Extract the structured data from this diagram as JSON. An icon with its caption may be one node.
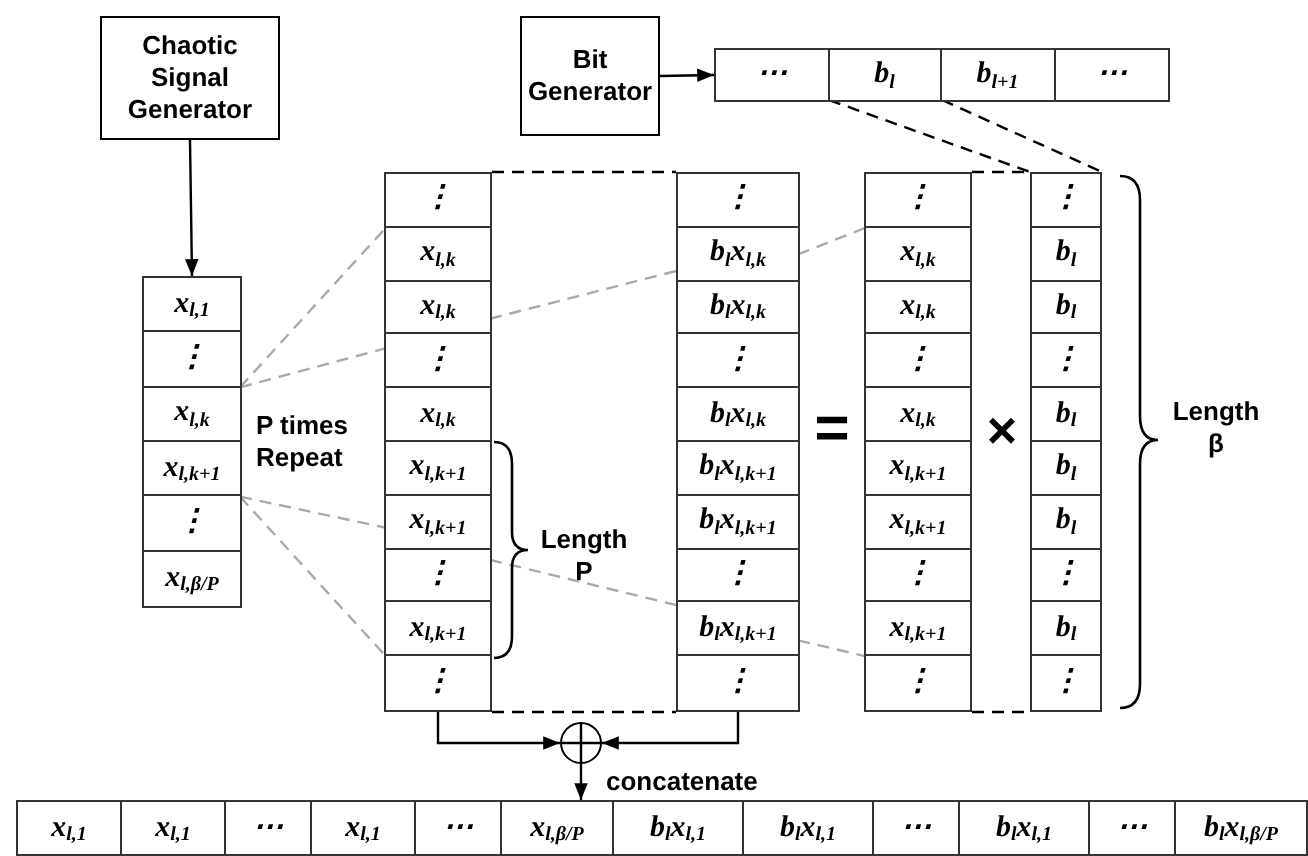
{
  "diagram": {
    "nodes": [
      {
        "text": [
          "Chaotic Signal Generator"
        ]
      },
      {
        "text": [
          "Bit Generator"
        ]
      },
      {
        "text": [],
        "shape": "box"
      },
      {
        "text": [
          "⋯"
        ],
        "in": 2
      },
      {
        "text": [
          "b$_{l}$"
        ],
        "in": 2
      },
      {
        "text": [
          "b$_{l+1}$"
        ],
        "in": 2
      },
      {
        "text": [
          "⋯"
        ],
        "in": 2
      },
      {
        "text": [],
        "shape": "box"
      },
      {
        "text": [
          "x$_{l,1}$"
        ],
        "in": 7
      },
      {
        "text": [
          "⋮"
        ],
        "in": 7
      },
      {
        "text": [
          "x$_{l,k}$"
        ],
        "in": 7
      },
      {
        "text": [
          "x$_{l,k+1}$"
        ],
        "in": 7
      },
      {
        "text": [
          "⋮"
        ],
        "in": 7
      },
      {
        "text": [
          "x$_{l,β/P}$"
        ],
        "in": 7
      },
      {
        "text": [],
        "shape": "box"
      },
      {
        "text": [
          "⋮"
        ],
        "in": 14
      },
      {
        "text": [
          "x$_{l,k}$"
        ],
        "in": 14
      },
      {
        "text": [
          "x$_{l,k}$"
        ],
        "in": 14
      },
      {
        "text": [
          "⋮"
        ],
        "in": 14
      },
      {
        "text": [
          "x$_{l,k}$"
        ],
        "in": 14
      },
      {
        "text": [
          "x$_{l,k+1}$"
        ],
        "in": 14
      },
      {
        "text": [
          "x$_{l,k+1}$"
        ],
        "in": 14
      },
      {
        "text": [
          "⋮"
        ],
        "in": 14
      },
      {
        "text": [
          "x$_{l,k+1}$"
        ],
        "in": 14
      },
      {
        "text": [
          "⋮"
        ],
        "in": 14
      },
      {
        "text": [],
        "shape": "box"
      },
      {
        "text": [
          "⋮"
        ],
        "in": 25
      },
      {
        "text": [
          "b$_{l}$x$_{l,k}$"
        ],
        "in": 25
      },
      {
        "text": [
          "b$_{l}$x$_{l,k}$"
        ],
        "in": 25
      },
      {
        "text": [
          "⋮"
        ],
        "in": 25
      },
      {
        "text": [
          "b$_{l}$x$_{l,k}$"
        ],
        "in": 25
      },
      {
        "text": [
          "b$_{l}$x$_{l,k+1}$"
        ],
        "in": 25
      },
      {
        "text": [
          "b$_{l}$x$_{l,k+1}$"
        ],
        "in": 25
      },
      {
        "text": [
          "⋮"
        ],
        "in": 25
      },
      {
        "text": [
          "b$_{l}$x$_{l,k+1}$"
        ],
        "in": 25
      },
      {
        "text": [
          "⋮"
        ],
        "in": 25
      },
      {
        "text": [],
        "shape": "box"
      },
      {
        "text": [
          "⋮"
        ],
        "in": 36
      },
      {
        "text": [
          "x$_{l,k}$"
        ],
        "in": 36
      },
      {
        "text": [
          "x$_{l,k}$"
        ],
        "in": 36
      },
      {
        "text": [
          "⋮"
        ],
        "in": 36
      },
      {
        "text": [
          "x$_{l,k}$"
        ],
        "in": 36
      },
      {
        "text": [
          "x$_{l,k+1}$"
        ],
        "in": 36
      },
      {
        "text": [
          "x$_{l,k+1}$"
        ],
        "in": 36
      },
      {
        "text": [
          "⋮"
        ],
        "in": 36
      },
      {
        "text": [
          "x$_{l,k+1}$"
        ],
        "in": 36
      },
      {
        "text": [
          "⋮"
        ],
        "in": 36
      },
      {
        "text": [],
        "shape": "box"
      },
      {
        "text": [
          "⋮"
        ],
        "in": 47
      },
      {
        "text": [
          "b$_{l}$"
        ],
        "in": 47
      },
      {
        "text": [
          "b$_{l}$"
        ],
        "in": 47
      },
      {
        "text": [
          "⋮"
        ],
        "in": 47
      },
      {
        "text": [
          "b$_{l}$"
        ],
        "in": 47
      },
      {
        "text": [
          "b$_{l}$"
        ],
        "in": 47
      },
      {
        "text": [
          "b$_{l}$"
        ],
        "in": 47
      },
      {
        "text": [
          "⋮"
        ],
        "in": 47
      },
      {
        "text": [
          "b$_{l}$"
        ],
        "in": 47
      },
      {
        "text": [
          "⋮"
        ],
        "in": 47
      },
      {
        "text": [],
        "shape": "circle",
        "beside": [
          "concatenate"
        ]
      },
      {
        "text": [],
        "shape": "box"
      },
      {
        "text": [
          "x$_{l,1}$"
        ],
        "in": 59
      },
      {
        "text": [
          "x$_{l,1}$"
        ],
        "in": 59
      },
      {
        "text": [
          "⋯"
        ],
        "in": 59
      },
      {
        "text": [
          "x$_{l,1}$"
        ],
        "in": 59
      },
      {
        "text": [
          "⋯"
        ],
        "in": 59
      },
      {
        "text": [
          "x$_{l,β/P}$"
        ],
        "in": 59
      },
      {
        "text": [
          "b$_{l}$x$_{l,1}$"
        ],
        "in": 59
      },
      {
        "text": [
          "b$_{l}$x$_{l,1}$"
        ],
        "in": 59
      },
      {
        "text": [
          "⋯"
        ],
        "in": 59
      },
      {
        "text": [
          "b$_{l}$x$_{l,1}$"
        ],
        "in": 59
      },
      {
        "text": [
          "⋯"
        ],
        "in": 59
      },
      {
        "text": [
          "b$_{l}$x$_{l,β/P}$"
        ],
        "in": 59
      }
    ],
    "edges": [
      {
        "from": 0,
        "to": 7,
        "arrow": "to"
      },
      {
        "from": 1,
        "to": 2,
        "arrow": "to"
      },
      {
        "from": 10,
        "to": 16,
        "arrow": "none",
        "style": "dashed",
        "color": "#aaaaaa"
      },
      {
        "from": 10,
        "to": 18,
        "arrow": "none",
        "style": "dashed",
        "color": "#aaaaaa"
      },
      {
        "from": 11,
        "to": 21,
        "arrow": "none",
        "style": "dashed",
        "color": "#aaaaaa"
      },
      {
        "from": 11,
        "to": 23,
        "arrow": "none",
        "style": "dashed",
        "color": "#aaaaaa"
      },
      {
        "from": 17,
        "to": 27,
        "arrow": "none",
        "style": "dashed",
        "color": "#aaaaaa"
      },
      {
        "from": 27,
        "to": 38,
        "arrow": "none",
        "style": "dashed",
        "color": "#aaaaaa"
      },
      {
        "from": 22,
        "to": 34,
        "arrow": "none",
        "style": "dashed",
        "color": "#aaaaaa"
      },
      {
        "from": 34,
        "to": 45,
        "arrow": "none",
        "style": "dashed",
        "color": "#aaaaaa"
      },
      {
        "from": 14,
        "to": 25,
        "arrow": "none",
        "style": "dashed"
      },
      {
        "from": 14,
        "to": 25,
        "arrow": "none",
        "style": "dashed"
      },
      {
        "from": 36,
        "to": 47,
        "arrow": "none",
        "style": "dashed"
      },
      {
        "from": 36,
        "to": 47,
        "arrow": "none",
        "style": "dashed"
      },
      {
        "from": 4,
        "to": 47,
        "arrow": "none",
        "style": "dashed"
      },
      {
        "from": 4,
        "to": 47,
        "arrow": "none",
        "style": "dashed"
      },
      {
        "from": 14,
        "to": 58,
        "arrow": "to"
      },
      {
        "from": 25,
        "to": 58,
        "arrow": "to"
      },
      {
        "from": 58,
        "to": 59,
        "arrow": "to"
      }
    ],
    "labels": [
      "P times Repeat",
      "Length P",
      "=",
      "×",
      "Length β"
    ]
  }
}
